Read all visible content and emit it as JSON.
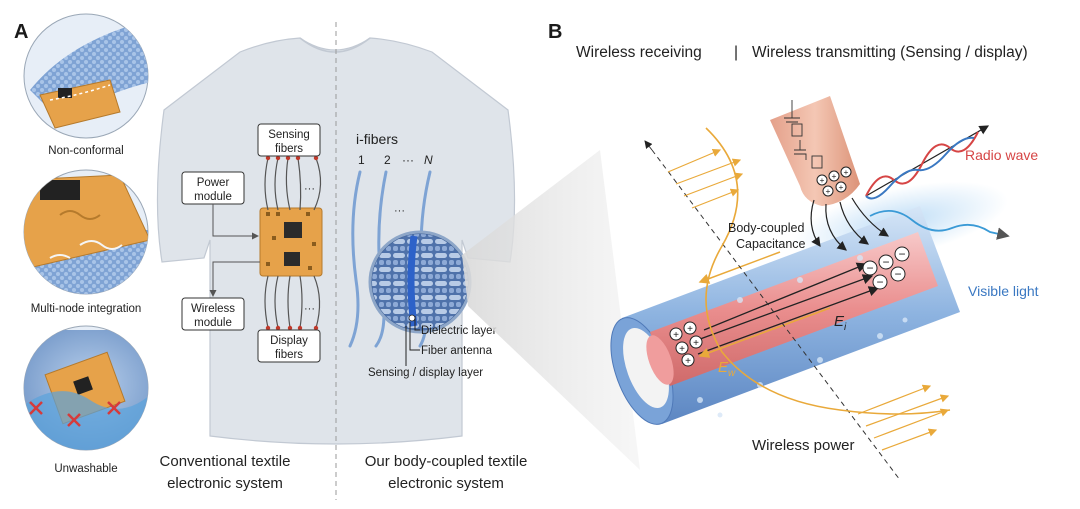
{
  "panel_a": {
    "letter": "A",
    "insets": [
      {
        "caption": "Non-conformal"
      },
      {
        "caption": "Multi-node integration"
      },
      {
        "caption": "Unwashable"
      }
    ],
    "boxes": {
      "sensing": [
        "Sensing",
        "fibers"
      ],
      "power": [
        "Power",
        "module"
      ],
      "wireless": [
        "Wireless",
        "module"
      ],
      "display": [
        "Display",
        "fibers"
      ]
    },
    "ifibers": {
      "title": "i-fibers",
      "index_labels": [
        "1",
        "2",
        "···",
        "N"
      ],
      "ellipsis": "···"
    },
    "magnifier_labels": {
      "dielectric": "Dielectric layer",
      "antenna": "Fiber antenna",
      "sensing_display": "Sensing / display layer"
    },
    "bottom_captions": {
      "left": [
        "Conventional textile",
        "electronic system"
      ],
      "right": [
        "Our body-coupled textile",
        "electronic system"
      ]
    }
  },
  "panel_b": {
    "letter": "B",
    "header_left": "Wireless receiving",
    "header_sep": "|",
    "header_right": "Wireless transmitting (Sensing / display)",
    "labels": {
      "radio_wave": "Radio wave",
      "visible_light": "Visible light",
      "capacitance": [
        "Body-coupled",
        "Capacitance"
      ],
      "ei": "E",
      "ei_sub": "i",
      "ew": "E",
      "ew_sub": "w",
      "wireless_power": "Wireless power"
    }
  },
  "colors": {
    "textile_blue": "#8fb3dc",
    "fiber_core_red": "#e88a8a",
    "orange_field": "#e9a93a",
    "board_orange": "#e6a24a",
    "radio_red": "#d64545",
    "visible_blue": "#3a78c2",
    "shirt_gray": "#dfe4ea"
  }
}
